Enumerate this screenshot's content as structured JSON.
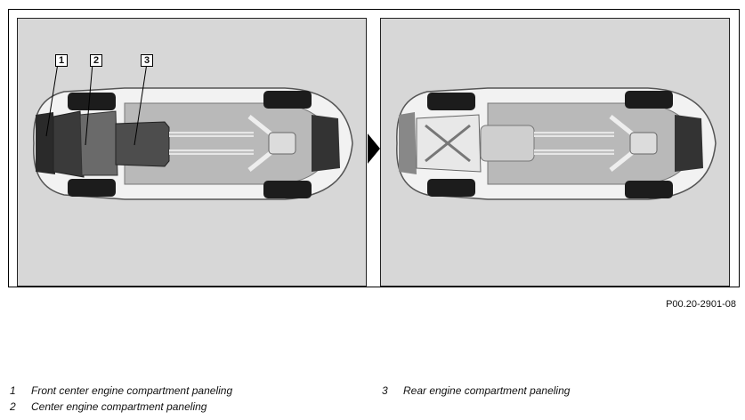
{
  "figure": {
    "callouts": [
      "1",
      "2",
      "3"
    ],
    "reference_code": "P00.20-2901-08",
    "arrow_icon": "right-arrow-icon"
  },
  "legend": [
    {
      "number": "1",
      "text": "Front center engine compartment paneling"
    },
    {
      "number": "2",
      "text": "Center engine compartment paneling"
    },
    {
      "number": "3",
      "text": "Rear engine compartment paneling"
    }
  ]
}
